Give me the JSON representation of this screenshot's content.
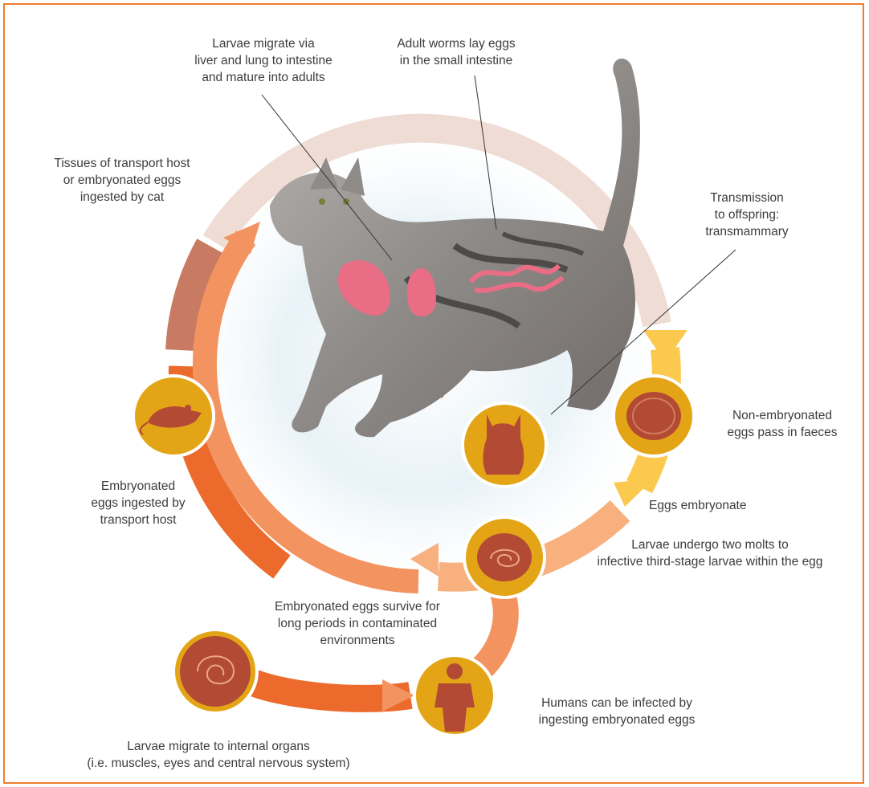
{
  "labels": {
    "larvae_migrate_liver": [
      "Larvae migrate via",
      "liver and lung to intestine",
      "and mature into adults"
    ],
    "adult_worms": [
      "Adult worms lay eggs",
      "in the small intestine"
    ],
    "tissues_transport": [
      "Tissues of transport host",
      "or embryonated eggs",
      "ingested by cat"
    ],
    "transmission": [
      "Transmission",
      "to offspring:",
      "transmammary"
    ],
    "non_embryonated": [
      "Non-embryonated",
      "eggs pass in faeces"
    ],
    "eggs_embryonate": [
      "Eggs embryonate"
    ],
    "larvae_molts": [
      "Larvae undergo two molts to",
      "infective third-stage larvae within the egg"
    ],
    "embryonated_transport": [
      "Embryonated",
      "eggs ingested by",
      "transport host"
    ],
    "eggs_survive": [
      "Embryonated eggs survive for",
      "long periods in contaminated",
      "environments"
    ],
    "humans_infected": [
      "Humans can be infected by",
      "ingesting embryonated eggs"
    ],
    "larvae_internal": [
      "Larvae migrate to internal organs",
      "(i.e. muscles, eyes and central nervous system)"
    ]
  },
  "icons": {
    "mouse": "mouse-icon",
    "kitten": "kitten-icon",
    "egg_unembryonated": "egg-icon",
    "egg_larva": "larva-egg-icon",
    "human": "human-icon",
    "larva_tissue": "larva-tissue-icon"
  },
  "colors": {
    "frame": "#f07d2d",
    "ring_light": "#efddd5",
    "ring_brown": "#c87a63",
    "ring_orange": "#ec6a2b",
    "ring_mid_orange": "#f39460",
    "ring_yellow": "#fcc94f",
    "icon_disc": "#e3a516",
    "icon_shape": "#b24a34",
    "organ_pink": "#ea6d86",
    "text": "#3d3d3d"
  }
}
